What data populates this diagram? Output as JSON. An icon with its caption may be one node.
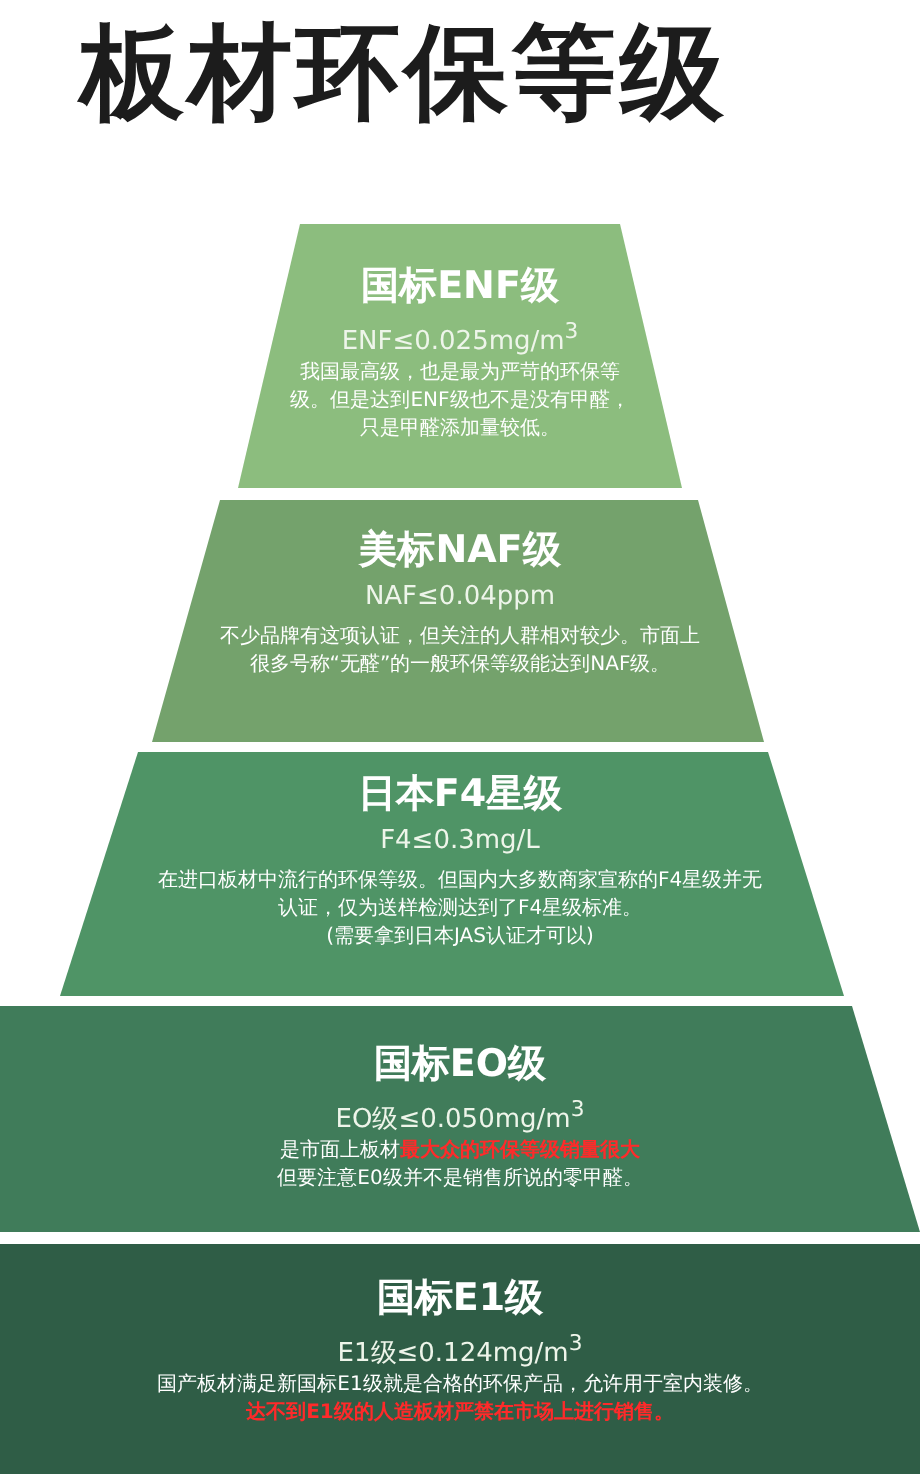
{
  "diagram": {
    "title": "板材环保等级",
    "nodes": [
      {
        "text": [
          "国标ENF级",
          "ENF≤0.025mg/m$^{3}$",
          "我国最高级，也是最为严苛的环保等级。但是达到ENF级也不是没有甲醛，只是甲醛添加量较低。"
        ]
      },
      {
        "text": [
          "美标NAF级",
          "NAF≤0.04ppm",
          "不少品牌有这项认证，但关注的人群相对较少。市面上很多号称“无醛”的一般环保等级能达到NAF级。"
        ]
      },
      {
        "text": [
          "日本F4星级",
          "F4≤0.3mg/L",
          "在进口板材中流行的环保等级。但国内大多数商家宣称的F4星级并无认证，仅为送样检测达到了F4星级标准。",
          "(需要拿到日本JAS认证才可以)"
        ]
      },
      {
        "text": [
          "国标EO级",
          "EO级≤0.050mg/m$^{3}$",
          "是市面上板材",
          "最大众的环保等级销量很大",
          "但要注意E0级并不是销售所说的零甲醛。"
        ]
      },
      {
        "text": [
          "国标E1级",
          "E1级≤0.124mg/m$^{3}$",
          "国产板材满足新国标E1级就是合格的环保产品，允许用于室内装修。",
          "达不到E1级的人造板材严禁在市场上进行销售。"
        ]
      }
    ]
  }
}
